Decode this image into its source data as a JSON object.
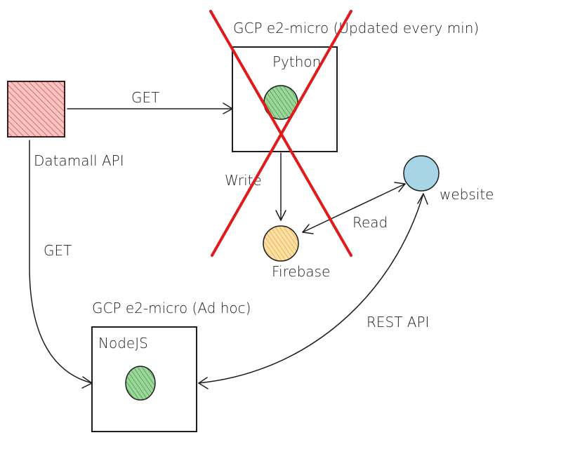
{
  "diagram": {
    "nodes": {
      "datamall": {
        "label": "Datamall API",
        "fill": "#f4a7a7",
        "hatch": "#e06a6a"
      },
      "gcp_updated": {
        "title": "GCP e2-micro (Updated every min)",
        "inner_label": "Python",
        "dot_fill": "#7fc97f",
        "crossed_out": true,
        "cross_color": "#e01b1b"
      },
      "firebase": {
        "label": "Firebase",
        "fill": "#f6c76a"
      },
      "website": {
        "label": "website",
        "fill": "#a8d5e5"
      },
      "gcp_adhoc": {
        "title": "GCP e2-micro (Ad hoc)",
        "inner_label": "NodeJS",
        "dot_fill": "#7fc97f"
      }
    },
    "edges": [
      {
        "from": "datamall",
        "to": "gcp_updated",
        "label": "GET"
      },
      {
        "from": "gcp_updated",
        "to": "firebase",
        "label": "Write"
      },
      {
        "from": "firebase",
        "to": "website",
        "label": "Read",
        "bidirectional": true
      },
      {
        "from": "datamall",
        "to": "gcp_adhoc",
        "label": "GET"
      },
      {
        "from": "website",
        "to": "gcp_adhoc",
        "label": "REST API",
        "bidirectional": true
      }
    ]
  }
}
